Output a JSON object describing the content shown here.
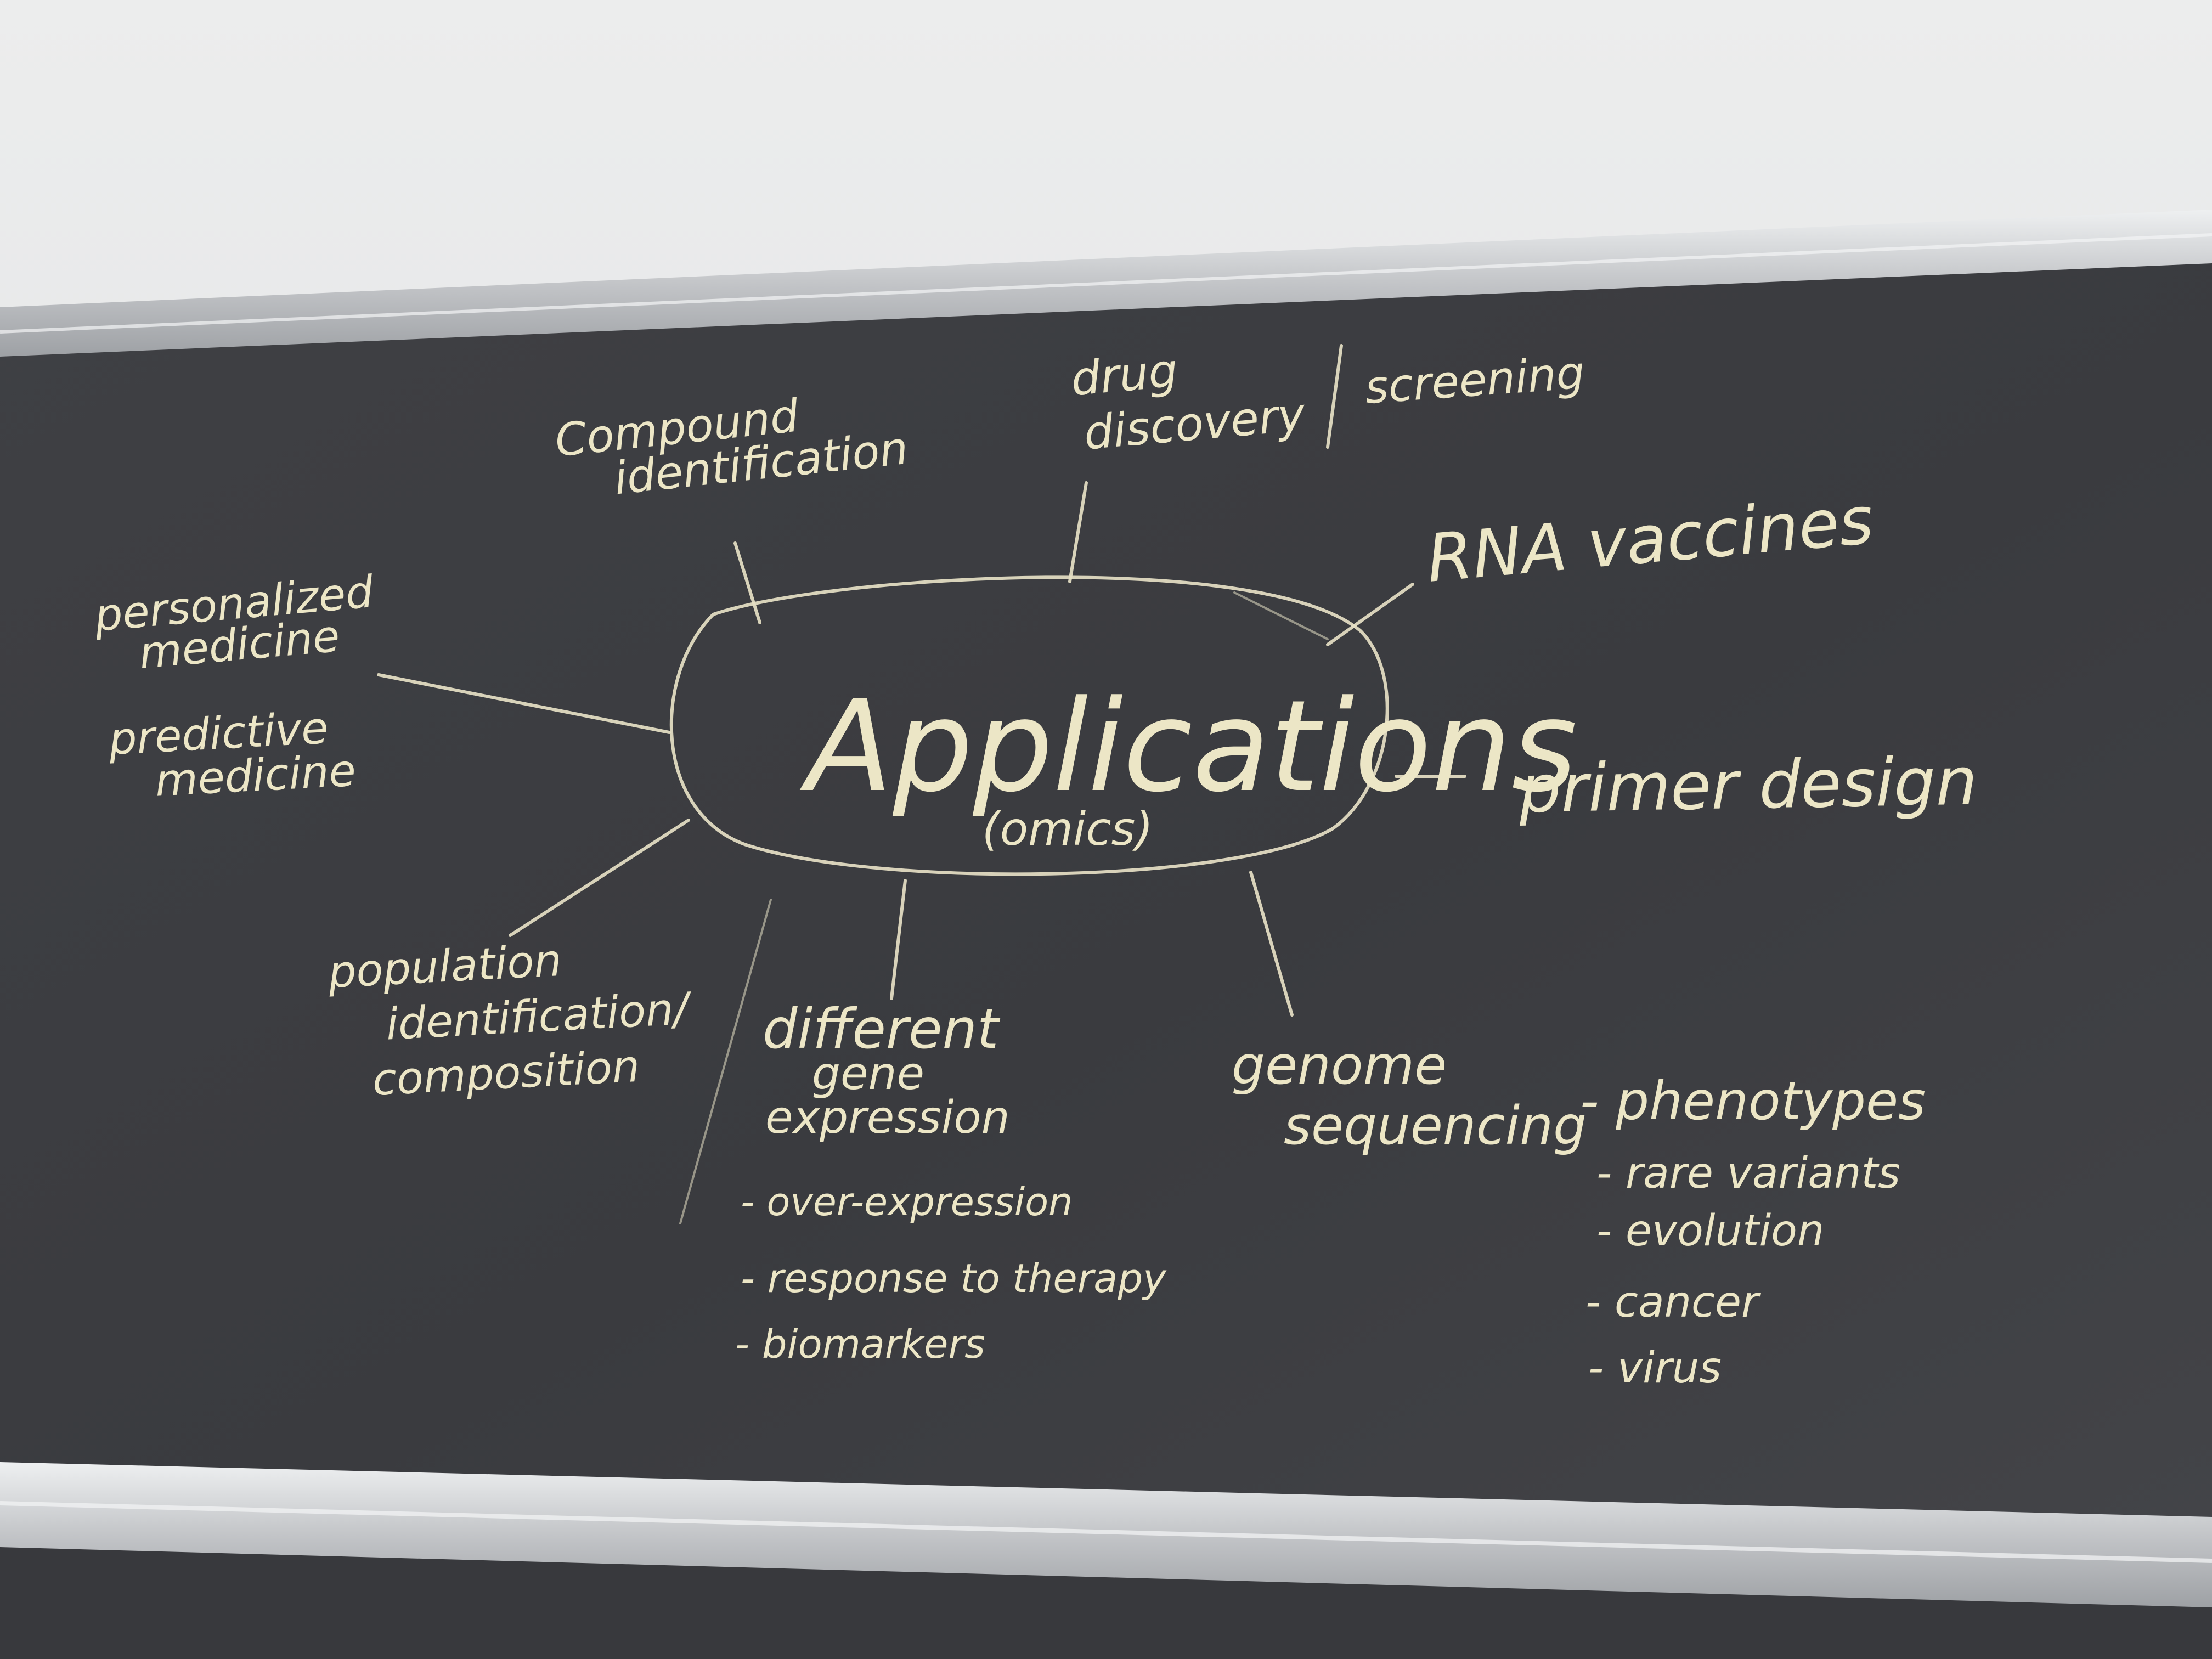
{
  "board": {
    "center": {
      "title": "Applications",
      "subtitle": "(omics)"
    },
    "branches": {
      "compound": [
        "Compound",
        "identification"
      ],
      "drug": [
        "drug",
        "discovery"
      ],
      "screening": "screening",
      "rna": "RNA vaccines",
      "primer": "primer design",
      "personalized": [
        "personalized",
        "medicine"
      ],
      "predictive": [
        "predictive",
        "medicine"
      ],
      "population": [
        "population",
        "identification/",
        "composition"
      ],
      "gene": {
        "heading": [
          "different",
          "gene",
          "expression"
        ],
        "items": [
          "- over-expression",
          "- response to therapy",
          "- biomarkers"
        ]
      },
      "genome": {
        "heading": [
          "genome",
          "sequencing"
        ],
        "items": [
          "- phenotypes",
          "- rare variants",
          "- evolution",
          "- cancer",
          "- virus"
        ]
      }
    }
  },
  "colors": {
    "board": "#3d3e42",
    "chalk": "#ece6c6",
    "wall": "#e6e7e9",
    "frame": "#c7c9cc"
  }
}
